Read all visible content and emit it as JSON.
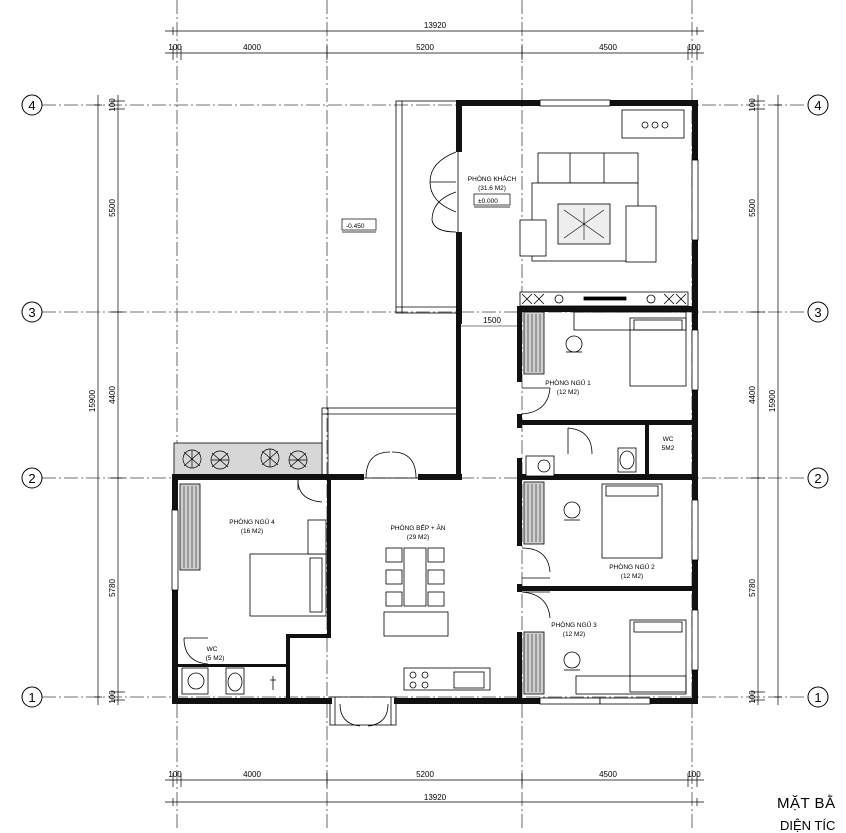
{
  "plan": {
    "overall_width": "13920",
    "overall_depth": "15900",
    "spans_x": [
      "100",
      "4000",
      "5200",
      "4500",
      "100"
    ],
    "spans_y": [
      "5500",
      "4400",
      "5780",
      "100"
    ],
    "corridor_width": "1500",
    "axes": [
      "1",
      "2",
      "3",
      "4"
    ],
    "levels": {
      "outdoor": "-0.450",
      "indoor": "±0.000"
    }
  },
  "rooms": {
    "living": {
      "name": "PHÒNG KHÁCH",
      "area": "(31.6 M2)"
    },
    "bedroom1": {
      "name": "PHÒNG NGỦ 1",
      "area": "(12 M2)"
    },
    "bedroom2": {
      "name": "PHÒNG NGỦ 2",
      "area": "(12 M2)"
    },
    "bedroom3": {
      "name": "PHÒNG NGỦ 3",
      "area": "(12 M2)"
    },
    "bedroom4": {
      "name": "PHÒNG NGỦ 4",
      "area": "(16 M2)"
    },
    "kitchen": {
      "name": "PHÒNG BẾP + ĂN",
      "area": "(29 M2)"
    },
    "wc1": {
      "name": "WC",
      "area": "5M2"
    },
    "wc2": {
      "name": "WC",
      "area": "(5 M2)"
    }
  },
  "title": {
    "line1": "MẶT BẰ",
    "line2": "DIỆN TÍC"
  }
}
